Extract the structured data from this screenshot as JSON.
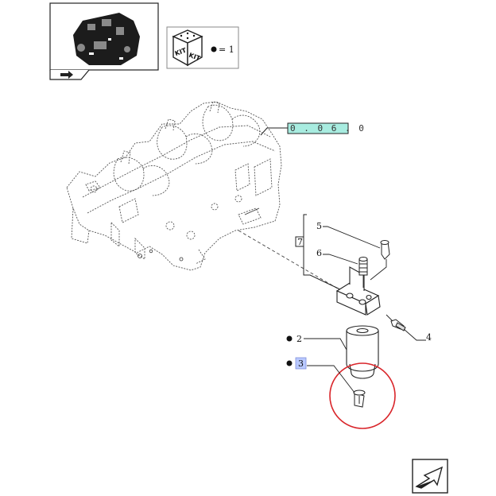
{
  "reference_code": "0 . 0 6 . 0",
  "kit_legend": {
    "label_1": "KIT",
    "label_2": "KIT",
    "value": "= 1"
  },
  "callouts": [
    {
      "id": "2",
      "text": "2",
      "kit": true
    },
    {
      "id": "3",
      "text": "3",
      "kit": true
    },
    {
      "id": "4",
      "text": "4",
      "kit": false
    },
    {
      "id": "5",
      "text": "5",
      "kit": false
    },
    {
      "id": "6",
      "text": "6",
      "kit": false
    },
    {
      "id": "7",
      "text": "7",
      "kit": false
    }
  ],
  "colors": {
    "line": "#222222",
    "highlight_ref": "#a8ece0",
    "highlight_callout": "#b9c9ff",
    "circle": "#d9252a"
  },
  "icons": [
    "engine-thumbnail",
    "kit-box-icon",
    "next-page-arrow-icon",
    "prev-arrow-icon"
  ]
}
